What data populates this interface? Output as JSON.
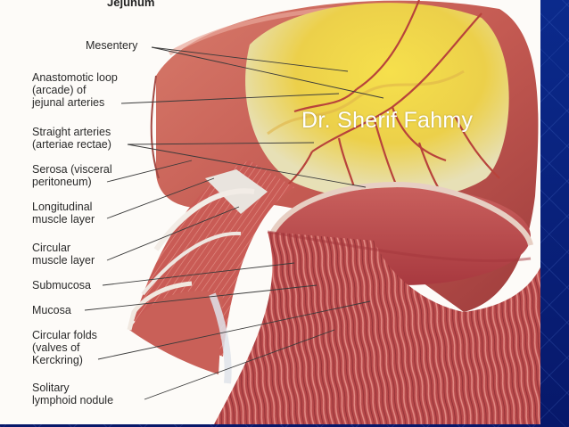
{
  "diagram": {
    "heading": "Jejunum",
    "watermark": "Dr. Sherif Fahmy",
    "labels": [
      {
        "id": "mesentery",
        "text": "Mesentery"
      },
      {
        "id": "arcade",
        "text": "Anastomotic loop\n(arcade) of\njejunal arteries"
      },
      {
        "id": "straight",
        "text": "Straight arteries\n(arteriae rectae)"
      },
      {
        "id": "serosa",
        "text": "Serosa (visceral\nperitoneum)"
      },
      {
        "id": "longitudinal",
        "text": "Longitudinal\nmuscle layer"
      },
      {
        "id": "circular",
        "text": "Circular\nmuscle layer"
      },
      {
        "id": "submucosa",
        "text": "Submucosa"
      },
      {
        "id": "mucosa",
        "text": "Mucosa"
      },
      {
        "id": "folds",
        "text": "Circular folds\n(valves of\nKerckring)"
      },
      {
        "id": "nodule",
        "text": "Solitary\nlymphoid nodule"
      }
    ]
  },
  "colors": {
    "background": "#0a1c6e",
    "mesentery_fat": "#f2d94a",
    "intestine_wall": "#c4534d",
    "mucosa": "#b9474a"
  }
}
